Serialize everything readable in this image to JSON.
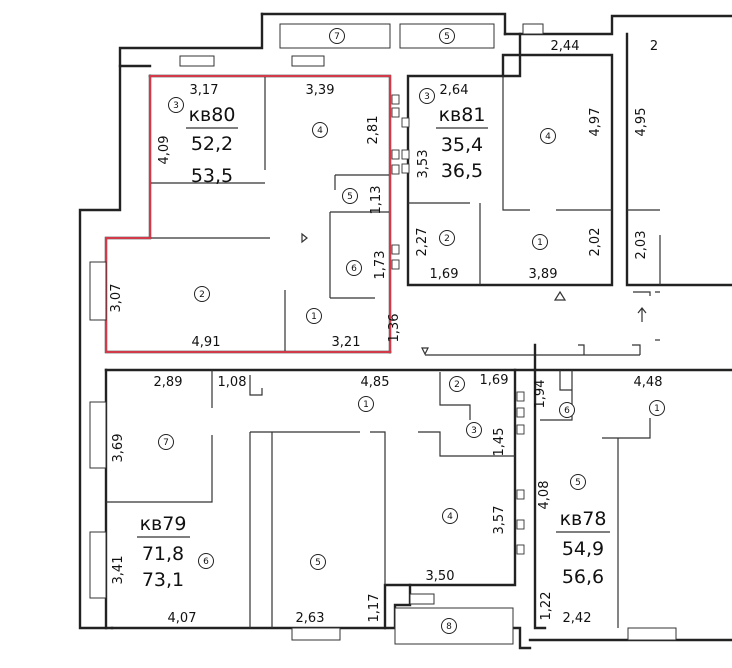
{
  "apartments": [
    {
      "id": "kv80",
      "label": "кв80",
      "area_living": "52,2",
      "area_total": "53,5"
    },
    {
      "id": "kv81",
      "label": "кв81",
      "area_living": "35,4",
      "area_total": "36,5"
    },
    {
      "id": "kv79",
      "label": "кв79",
      "area_living": "71,8",
      "area_total": "73,1"
    },
    {
      "id": "kv78",
      "label": "кв78",
      "area_living": "54,9",
      "area_total": "56,6"
    }
  ],
  "dimensions": {
    "d_3_17": "3,17",
    "d_3_39": "3,39",
    "d_4_09": "4,09",
    "d_2_81": "2,81",
    "d_1_13": "1,13",
    "d_1_73": "1,73",
    "d_3_07": "3,07",
    "d_4_91": "4,91",
    "d_3_21": "3,21",
    "d_1_36": "1,36",
    "d_2_64": "2,64",
    "d_2_44": "2,44",
    "d_3_53": "3,53",
    "d_4_97": "4,97",
    "d_2_27": "2,27",
    "d_1_69a": "1,69",
    "d_3_89": "3,89",
    "d_2_02": "2,02",
    "d_4_95": "4,95",
    "d_2_03": "2,03",
    "d_2_89": "2,89",
    "d_1_08": "1,08",
    "d_4_85": "4,85",
    "d_1_69b": "1,69",
    "d_1_94": "1,94",
    "d_4_48": "4,48",
    "d_3_69": "3,69",
    "d_1_45": "1,45",
    "d_3_57": "3,57",
    "d_4_08": "4,08",
    "d_3_41": "3,41",
    "d_3_50": "3,50",
    "d_4_07": "4,07",
    "d_2_63": "2,63",
    "d_1_17": "1,17",
    "d_1_22": "1,22",
    "d_2_42": "2,42",
    "d_2_edge": "2"
  },
  "room_numbers": {
    "r7_top": "7",
    "r5_top": "5",
    "r3_kv80": "3",
    "r4_kv80": "4",
    "r5_kv80": "5",
    "r6_kv80": "6",
    "r2_kv80": "2",
    "r1_kv80": "1",
    "r3_kv81": "3",
    "r4_kv81": "4",
    "r2_kv81": "2",
    "r1_kv81": "1",
    "r2_kv79": "2",
    "r1_kv79": "1",
    "r3_kv79": "3",
    "r7_kv79": "7",
    "r6_kv79": "6",
    "r4_kv79": "4",
    "r5_kv79": "5",
    "r8_bottom": "8",
    "r6_kv78": "6",
    "r5_kv78": "5",
    "r1_kv78": "1"
  }
}
